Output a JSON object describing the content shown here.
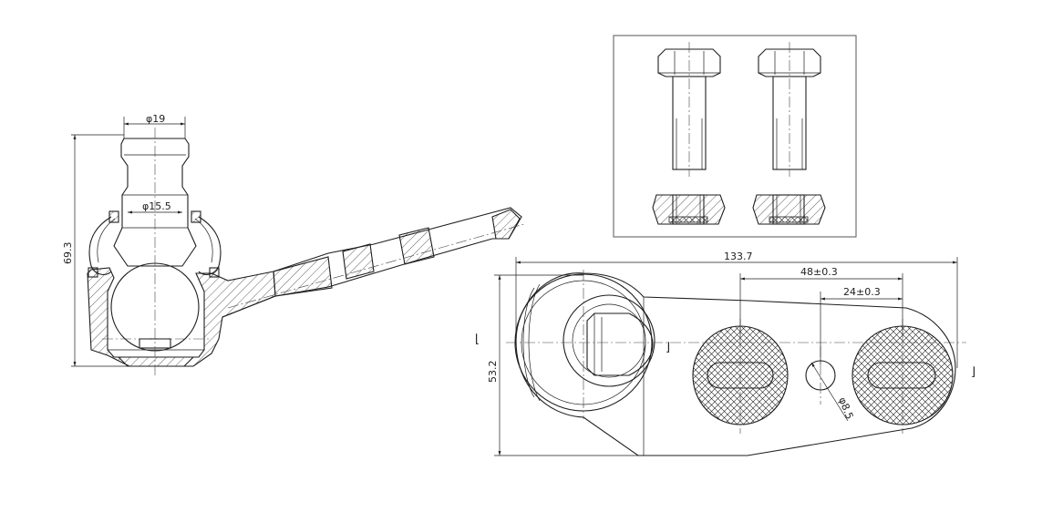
{
  "dimensions": {
    "ball_pin_head_diameter": "φ19",
    "ball_pin_neck_diameter": "φ15.5",
    "overall_height": "69.3",
    "overall_length": "133.7",
    "arm_width": "53.2",
    "slot_spacing": "48±0.3",
    "hole_offset": "24±0.3",
    "hole_diameter": "φ8.5"
  },
  "section_marks": {
    "left": "⌊",
    "center": "⌋",
    "right": "⌋"
  },
  "colors": {
    "line": "#1e1e1e",
    "background": "#ffffff",
    "frame": "#555555"
  }
}
